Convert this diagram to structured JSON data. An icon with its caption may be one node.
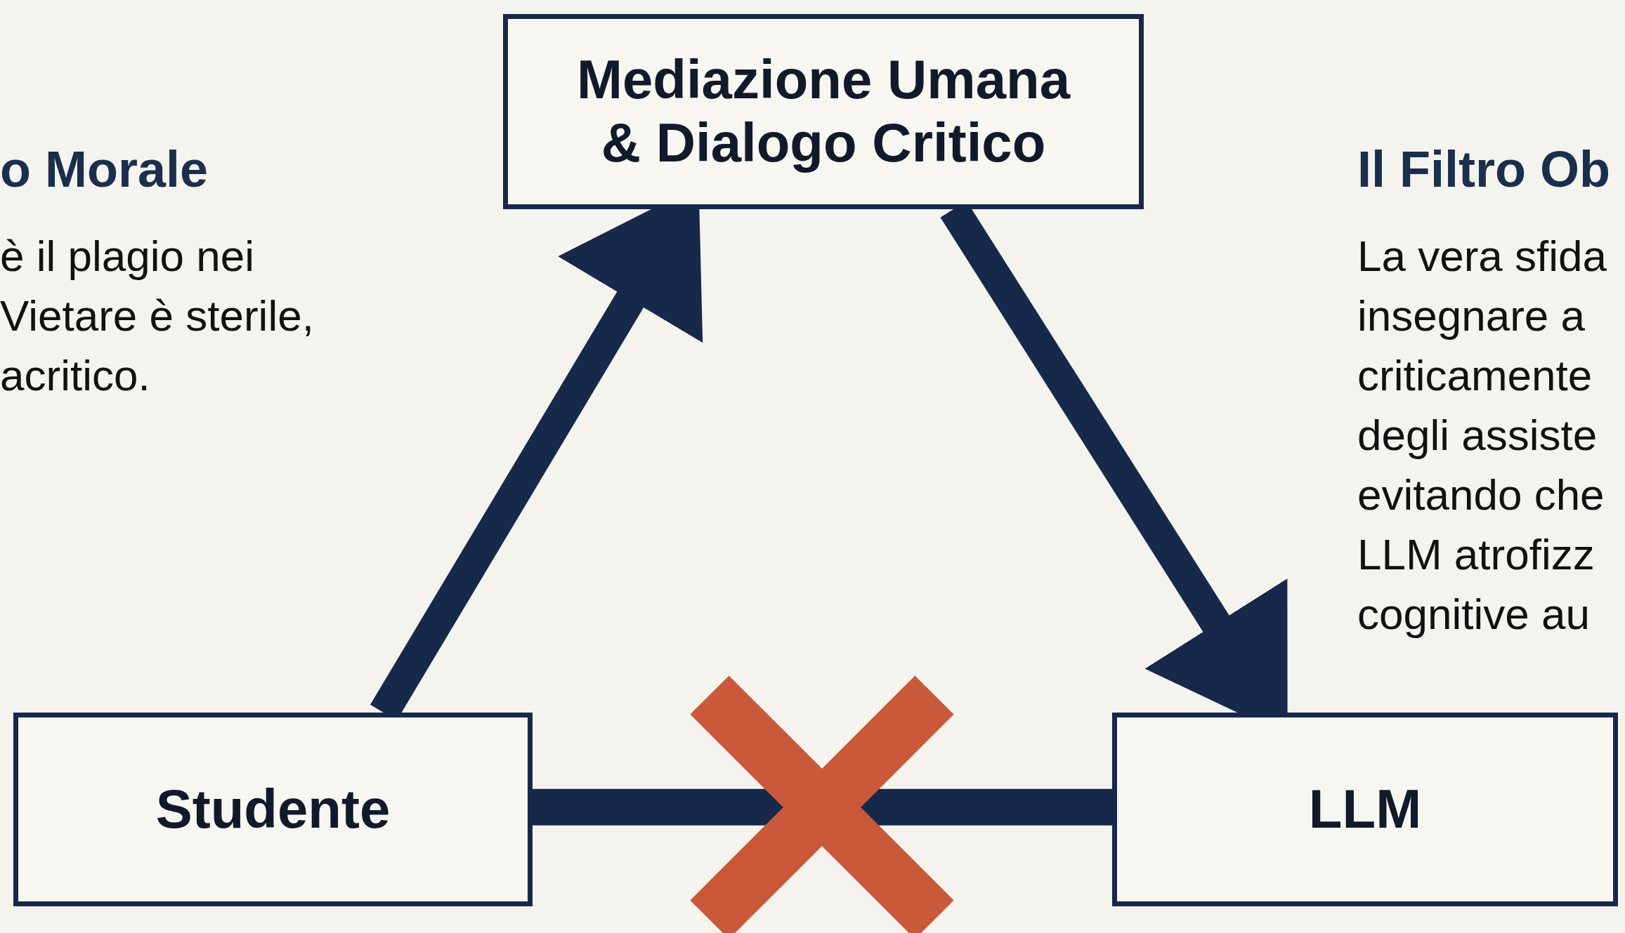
{
  "diagram": {
    "nodes": [
      {
        "text": [
          "Mediazione Umana & Dialogo Critico"
        ]
      },
      {
        "text": [
          "Studente"
        ]
      },
      {
        "text": [
          "LLM"
        ]
      }
    ],
    "edges": [
      {
        "from": 1,
        "to": 0,
        "arrow": "to"
      },
      {
        "from": 0,
        "to": 2,
        "arrow": "to"
      },
      {
        "from": 1,
        "to": 2,
        "arrow": "none"
      }
    ],
    "labels": [
      "o Morale",
      "è il plagio nei Vietare è sterile, acritico.",
      "Il Filtro Ob",
      "La vera sfida insegnare a criticamente degli assiste evitando che LLM atrofizz cognitive au"
    ]
  }
}
